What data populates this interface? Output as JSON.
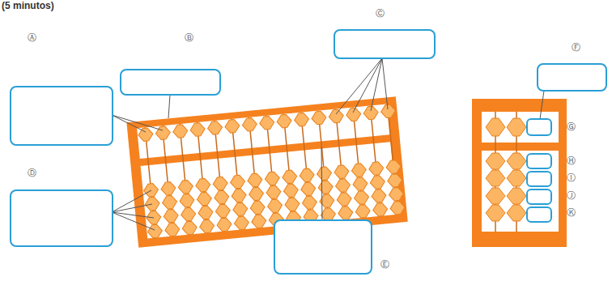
{
  "diagram": {
    "nodes": [
      {
        "text": [
          "Ⓐ"
        ]
      },
      {
        "text": [
          "Ⓑ"
        ]
      },
      {
        "text": [
          "Ⓒ"
        ]
      },
      {
        "text": [
          "Ⓓ"
        ]
      },
      {
        "text": [
          "Ⓔ"
        ]
      },
      {
        "text": [
          "Ⓕ"
        ]
      },
      {
        "text": [
          "Ⓖ"
        ]
      },
      {
        "text": [
          "Ⓗ"
        ]
      },
      {
        "text": [
          "Ⓘ"
        ]
      },
      {
        "text": [
          "Ⓙ"
        ]
      },
      {
        "text": [
          "Ⓚ"
        ]
      }
    ],
    "labels": [
      "(5 minutos)"
    ]
  }
}
